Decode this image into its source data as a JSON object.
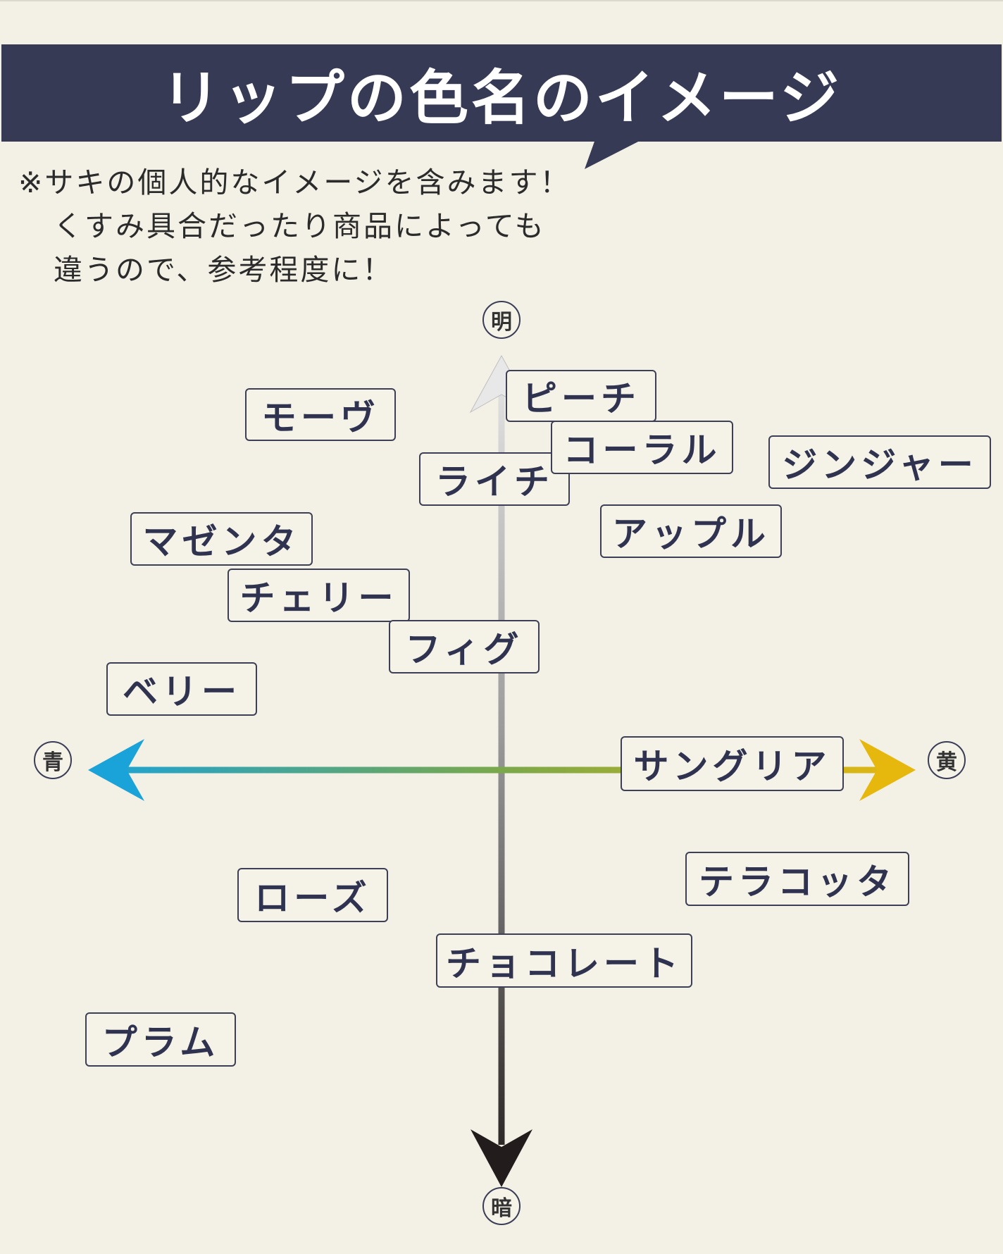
{
  "title": "リップの色名のイメージ",
  "note_lines": [
    "※サキの個人的なイメージを含みます！",
    "くすみ具合だったり商品によっても",
    "違うので、参考程度に！"
  ],
  "axes": {
    "top": "明",
    "bottom": "暗",
    "left": "青",
    "right": "黄"
  },
  "colors": {
    "title_bg": "#373a55",
    "background": "#f3f0e6",
    "blue_end": "#1aa3d8",
    "green_mid": "#7aa84a",
    "yellow_end": "#e6b80e",
    "light_end": "#e6e6e6",
    "dark_end": "#221c1c"
  },
  "labels": {
    "peach": "ピーチ",
    "mauve": "モーヴ",
    "coral": "コーラル",
    "ginger": "ジンジャー",
    "lychee": "ライチ",
    "apple": "アップル",
    "magenta": "マゼンタ",
    "cherry": "チェリー",
    "fig": "フィグ",
    "berry": "ベリー",
    "sangria": "サングリア",
    "rose": "ローズ",
    "terracotta": "テラコッタ",
    "chocolate": "チョコレート",
    "plum": "プラム"
  }
}
